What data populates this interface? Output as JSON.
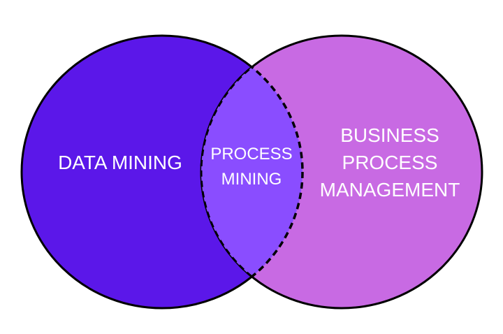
{
  "diagram": {
    "type": "venn",
    "sets": [
      {
        "label_lines": [
          "DATA MINING"
        ],
        "color": "#5b17e9"
      },
      {
        "label_lines": [
          "BUSINESS",
          "PROCESS",
          "MANAGEMENT"
        ],
        "color": "#c86ae3"
      }
    ],
    "intersection": {
      "label_lines": [
        "PROCESS",
        "MINING"
      ],
      "color": "#8a4dff"
    }
  }
}
